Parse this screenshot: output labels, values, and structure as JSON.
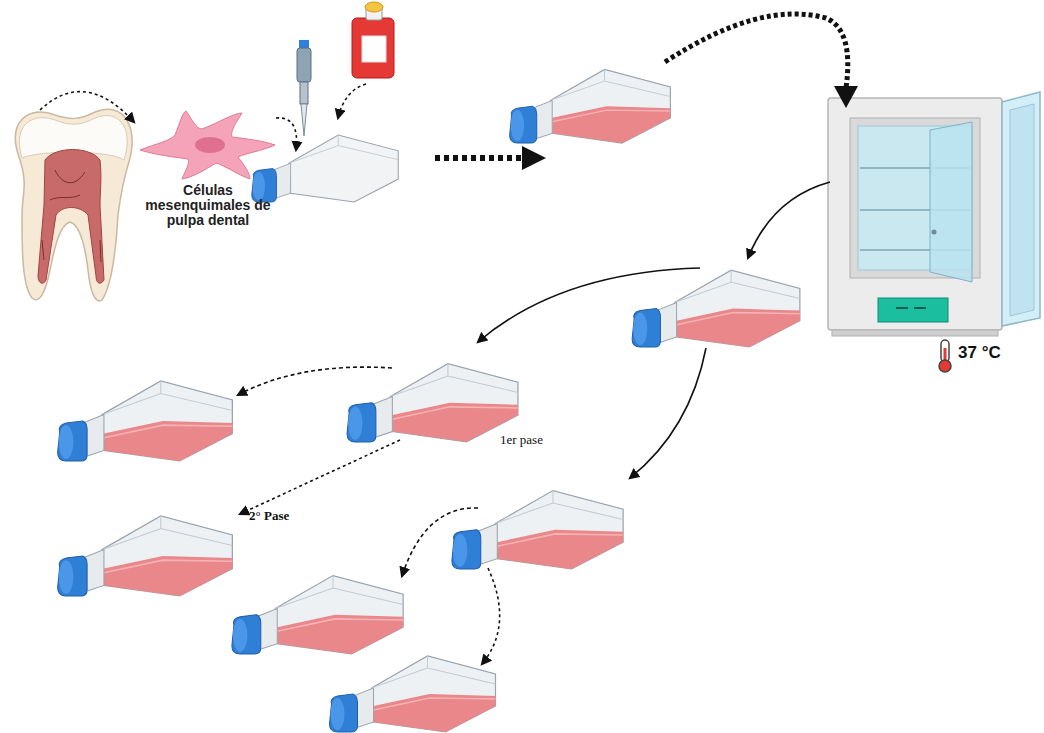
{
  "diagram": {
    "nodes": [
      {
        "text": [
          "Células mesenquimales de pulpa dental"
        ]
      }
    ],
    "labels": [
      "1er pase",
      "2° Pase",
      "37 °C"
    ]
  }
}
